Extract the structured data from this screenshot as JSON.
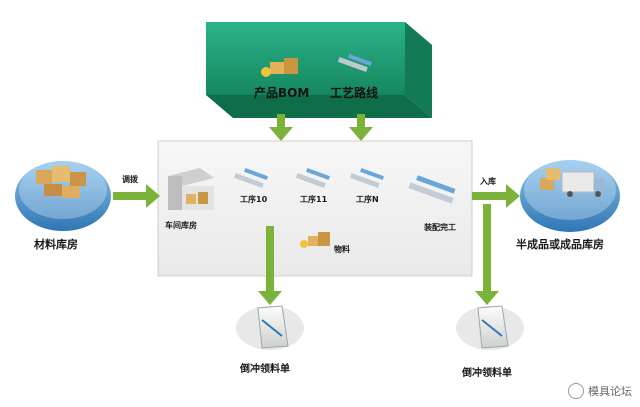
{
  "top_box": {
    "bom_label": "产品BOM",
    "route_label": "工艺路线"
  },
  "source": {
    "label": "材料库房",
    "arrow_label": "调拨"
  },
  "process": {
    "workshop_label": "车间库房",
    "steps": [
      "工序10",
      "工序11",
      "工序N"
    ],
    "assembly_label": "装配完工",
    "material_label": "物料"
  },
  "sink": {
    "arrow_label": "入库",
    "label": "半成品或成品库房"
  },
  "backflush": {
    "left_label": "倒冲领料单",
    "right_label": "倒冲领料单"
  },
  "watermark": "模具论坛",
  "colors": {
    "green_box": "#1fa07a",
    "arrow": "#7bb33a",
    "disc": "#4a90c8",
    "panel": "#f1f1f1"
  }
}
